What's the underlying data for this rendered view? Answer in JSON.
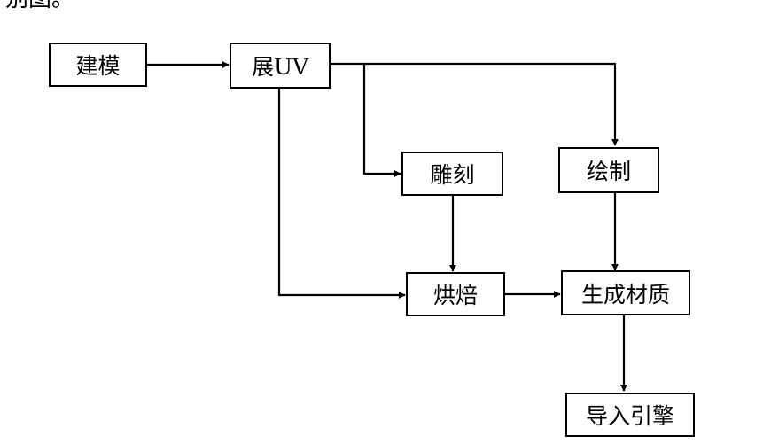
{
  "partial_text_top": "别图。",
  "nodes": {
    "modeling": "建模",
    "unwrap_uv": "展UV",
    "sculpt": "雕刻",
    "paint": "绘制",
    "bake": "烘焙",
    "material": "生成材质",
    "import_engine": "导入引擎"
  },
  "colors": {
    "line": "#000000",
    "box_border": "#000000",
    "background": "#ffffff"
  }
}
